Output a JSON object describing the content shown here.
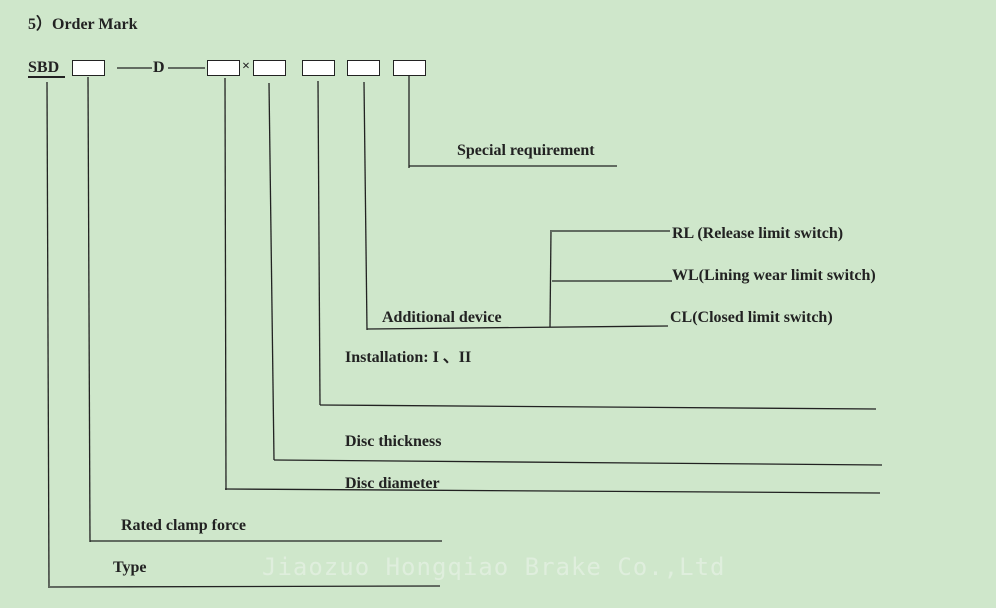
{
  "title": "5）Order Mark",
  "code": {
    "prefix": "SBD",
    "d": "D",
    "times": "×"
  },
  "labels": {
    "special": "Special requirement",
    "rl": "RL (Release limit switch)",
    "wl": "WL(Lining wear limit switch)",
    "cl": "CL(Closed limit switch)",
    "additional": "Additional device",
    "installation": "Installation: I 、II",
    "thickness": "Disc thickness",
    "diameter": "Disc diameter",
    "clamp": "Rated clamp force",
    "type": "Type"
  },
  "watermark": "Jiaozuo Hongqiao Brake Co.,Ltd"
}
